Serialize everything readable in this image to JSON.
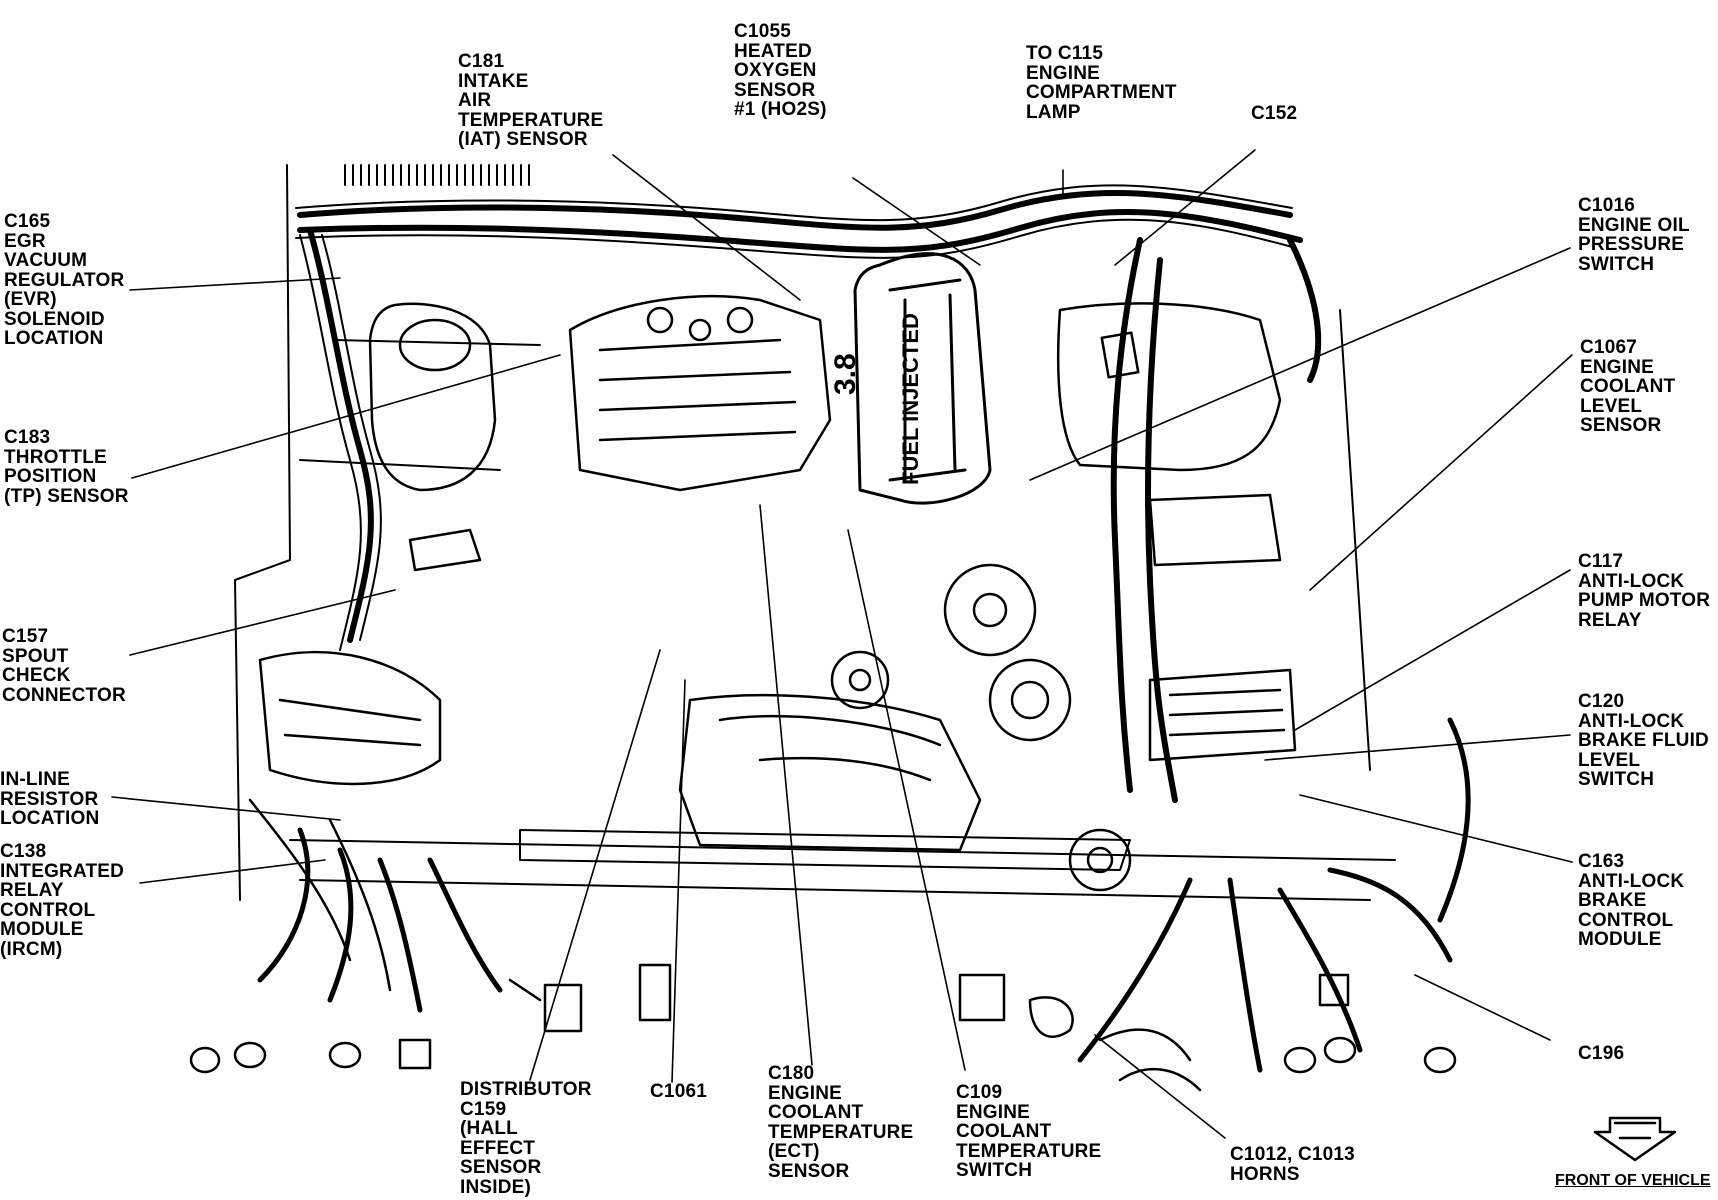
{
  "diagram": {
    "labels": {
      "c1055": "C1055\nHEATED\nOXYGEN\nSENSOR\n#1 (HO2S)",
      "c181": "C181\nINTAKE\nAIR\nTEMPERATURE\n(IAT) SENSOR",
      "c115": "TO C115\nENGINE\nCOMPARTMENT\nLAMP",
      "c152": "C152",
      "c165": "C165\nEGR\nVACUUM\nREGULATOR\n(EVR)\nSOLENOID\nLOCATION",
      "c1016": "C1016\nENGINE OIL\nPRESSURE\nSWITCH",
      "c1067": "C1067\nENGINE\nCOOLANT\nLEVEL\nSENSOR",
      "c183": "C183\nTHROTTLE\nPOSITION\n(TP) SENSOR",
      "c117": "C117\nANTI-LOCK\nPUMP MOTOR\nRELAY",
      "c157": "C157\nSPOUT\nCHECK\nCONNECTOR",
      "c120": "C120\nANTI-LOCK\nBRAKE FLUID\nLEVEL\nSWITCH",
      "inline_resistor": "IN-LINE\nRESISTOR\nLOCATION",
      "c138": "C138\nINTEGRATED\nRELAY\nCONTROL\nMODULE\n(IRCM)",
      "c163": "C163\nANTI-LOCK\nBRAKE\nCONTROL\nMODULE",
      "c196": "C196",
      "distributor": "DISTRIBUTOR\nC159\n(HALL\nEFFECT\nSENSOR\nINSIDE)",
      "c1061": "C1061",
      "c180": "C180\nENGINE\nCOOLANT\nTEMPERATURE\n(ECT)\nSENSOR",
      "c109": "C109\nENGINE\nCOOLANT\nTEMPERATURE\nSWITCH",
      "horns": "C1012, C1013\nHORNS",
      "front_of_vehicle": "FRONT OF VEHICLE"
    },
    "engine_badge": "FUEL INJECTED",
    "engine_displacement": "3.8"
  }
}
